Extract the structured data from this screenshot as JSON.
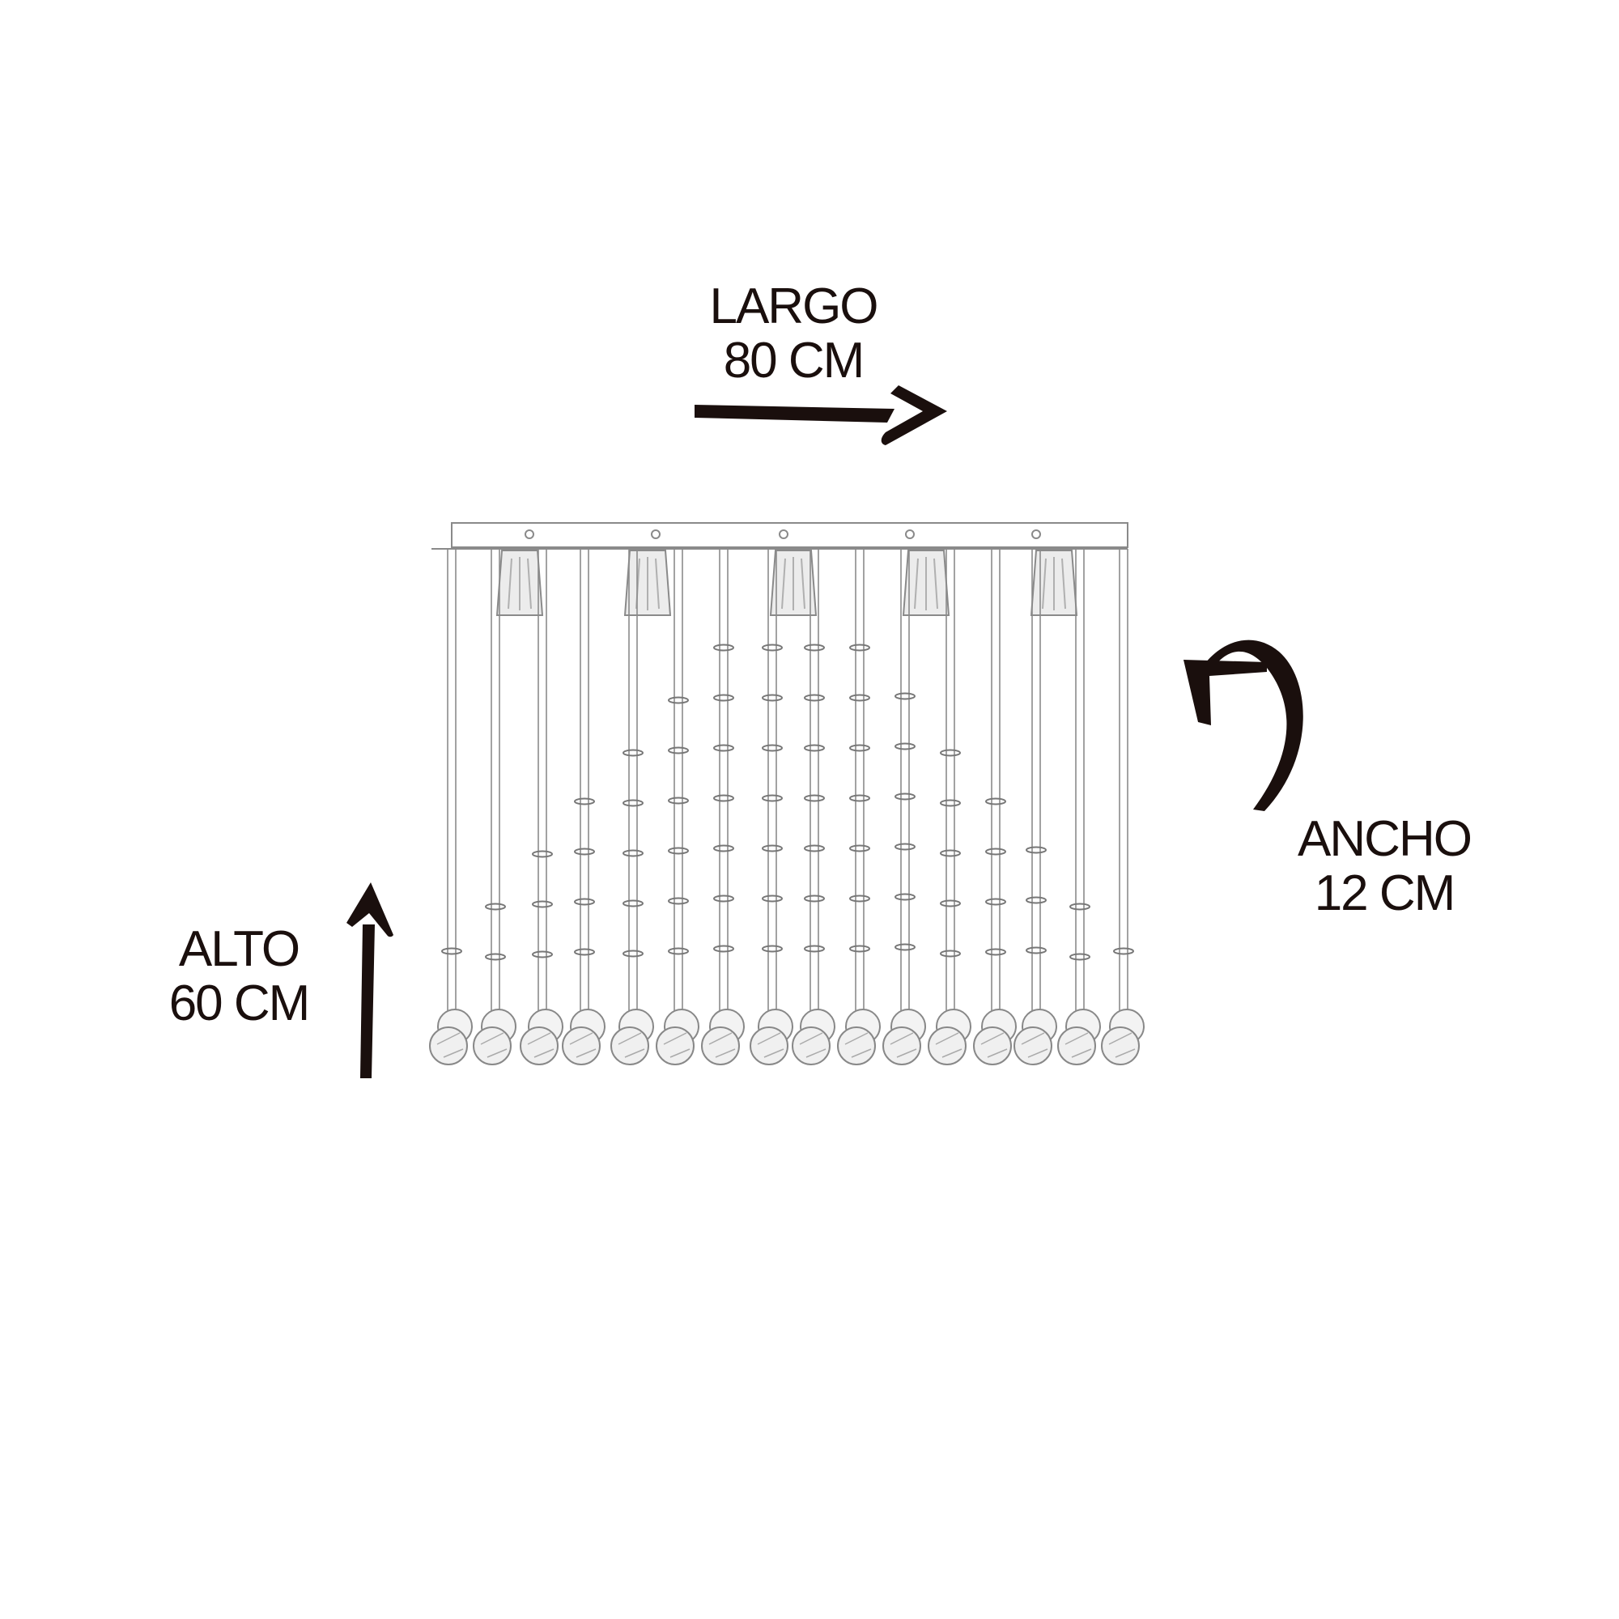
{
  "dimensions": {
    "length": {
      "label": "LARGO",
      "value": "80 CM"
    },
    "width": {
      "label": "ANCHO",
      "value": "12 CM"
    },
    "height": {
      "label": "ALTO",
      "value": "60 CM"
    }
  },
  "colors": {
    "text": "#1a0f0d",
    "arrow": "#1a0f0d",
    "fixture_line": "#8a8a8a",
    "background": "#ffffff"
  },
  "icons": [
    "right-arrow-icon",
    "curved-arrow-icon",
    "up-arrow-icon",
    "chandelier-illustration"
  ]
}
